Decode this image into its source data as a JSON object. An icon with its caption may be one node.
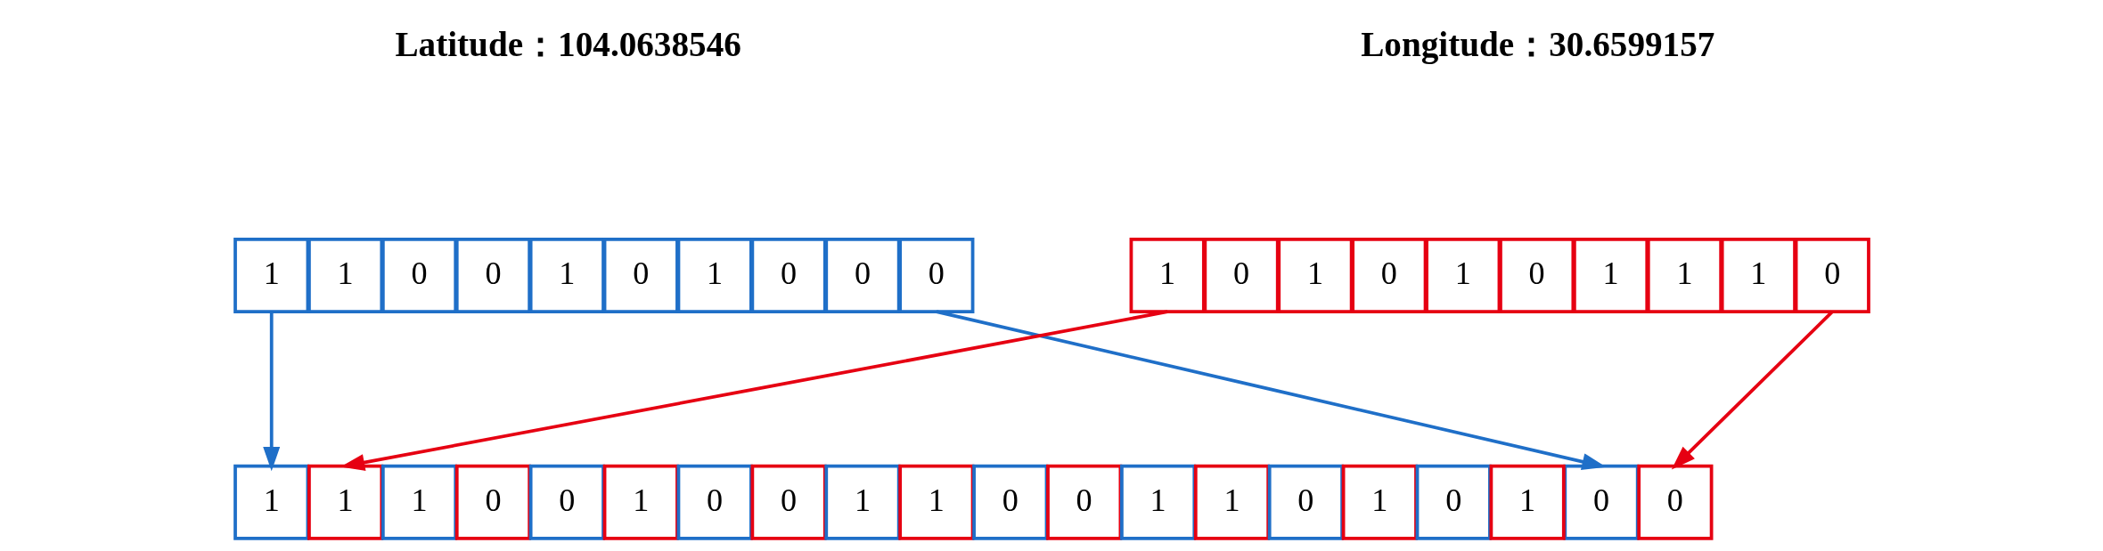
{
  "diagram": {
    "nodes": [
      {
        "text": [
          "1"
        ]
      },
      {
        "text": [
          "1"
        ]
      },
      {
        "text": [
          "0"
        ]
      },
      {
        "text": [
          "0"
        ]
      },
      {
        "text": [
          "1"
        ]
      },
      {
        "text": [
          "0"
        ]
      },
      {
        "text": [
          "1"
        ]
      },
      {
        "text": [
          "0"
        ]
      },
      {
        "text": [
          "0"
        ]
      },
      {
        "text": [
          "0"
        ]
      },
      {
        "text": [
          "1"
        ]
      },
      {
        "text": [
          "0"
        ]
      },
      {
        "text": [
          "1"
        ]
      },
      {
        "text": [
          "0"
        ]
      },
      {
        "text": [
          "1"
        ]
      },
      {
        "text": [
          "0"
        ]
      },
      {
        "text": [
          "1"
        ]
      },
      {
        "text": [
          "1"
        ]
      },
      {
        "text": [
          "1"
        ]
      },
      {
        "text": [
          "0"
        ]
      },
      {
        "text": [
          "1"
        ]
      },
      {
        "text": [
          "1"
        ]
      },
      {
        "text": [
          "1"
        ]
      },
      {
        "text": [
          "0"
        ]
      },
      {
        "text": [
          "0"
        ]
      },
      {
        "text": [
          "1"
        ]
      },
      {
        "text": [
          "0"
        ]
      },
      {
        "text": [
          "0"
        ]
      },
      {
        "text": [
          "1"
        ]
      },
      {
        "text": [
          "1"
        ]
      },
      {
        "text": [
          "0"
        ]
      },
      {
        "text": [
          "0"
        ]
      },
      {
        "text": [
          "1"
        ]
      },
      {
        "text": [
          "1"
        ]
      },
      {
        "text": [
          "0"
        ]
      },
      {
        "text": [
          "1"
        ]
      },
      {
        "text": [
          "0"
        ]
      },
      {
        "text": [
          "1"
        ]
      },
      {
        "text": [
          "0"
        ]
      },
      {
        "text": [
          "0"
        ]
      }
    ],
    "edges": [
      {
        "from": 0,
        "to": 20,
        "arrow": "to",
        "color": "#1f6fc8"
      },
      {
        "from": 9,
        "to": 38,
        "arrow": "to",
        "color": "#1f6fc8"
      },
      {
        "from": 10,
        "to": 21,
        "arrow": "to",
        "color": "#e60012"
      },
      {
        "from": 19,
        "to": 39,
        "arrow": "to",
        "color": "#e60012"
      }
    ],
    "labels": [
      "Latitude：104.0638546",
      "Longitude：30.6599157"
    ]
  }
}
